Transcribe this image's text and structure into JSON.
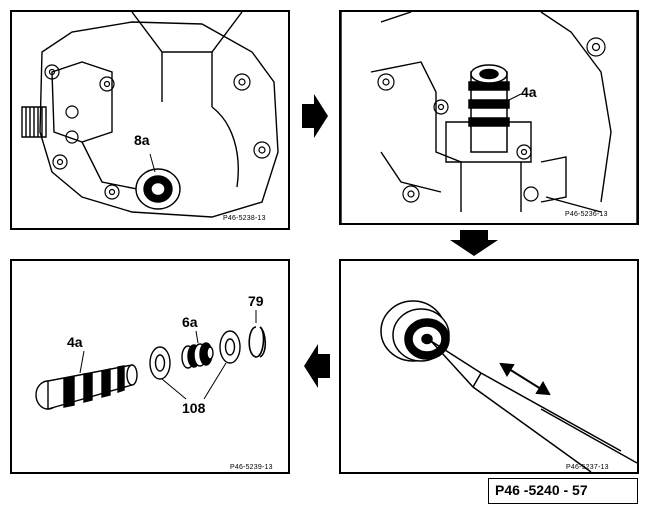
{
  "panels": {
    "step1": {
      "callout": "8a",
      "code": "P46-5238-13"
    },
    "step2": {
      "callout": "4a",
      "code": "P46-5236-13"
    },
    "step3": {
      "code": "P46-5237-13"
    },
    "step4": {
      "callouts": {
        "piston": "4a",
        "spring": "6a",
        "snap_ring": "79",
        "washers": "108"
      },
      "code": "P46-5239-13"
    }
  },
  "plate_id": "P46 -5240 - 57",
  "arrows": [
    "right-arrow",
    "down-arrow",
    "left-arrow"
  ]
}
